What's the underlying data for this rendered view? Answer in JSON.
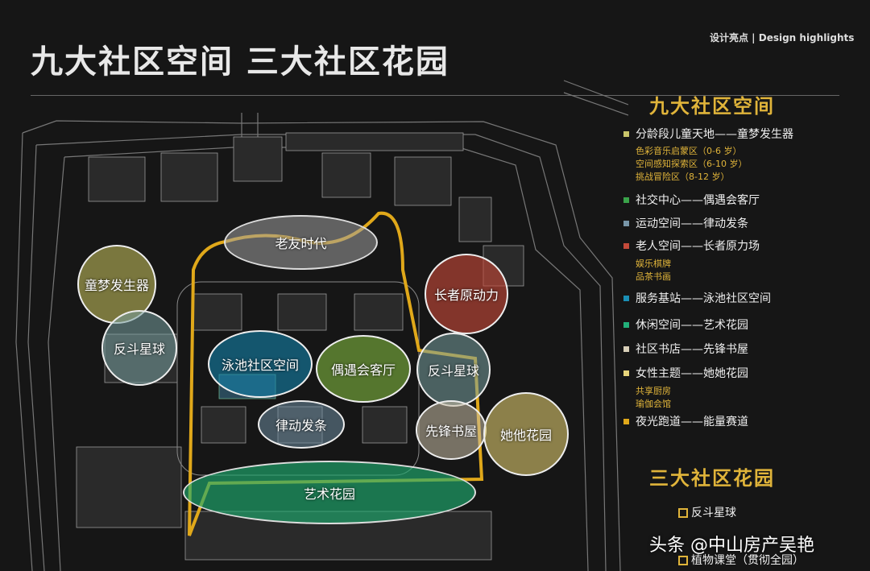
{
  "header": {
    "title": "九大社区空间  三大社区花园",
    "highlights": "设计亮点 | Design highlights"
  },
  "map": {
    "bubbles": [
      {
        "label": "老友时代",
        "color": "#c9c9c9"
      },
      {
        "label": "童梦发生器",
        "color": "#c9c56a"
      },
      {
        "label": "反斗星球",
        "color": "#8fb5b5"
      },
      {
        "label": "长者原动力",
        "color": "#c44a3a"
      },
      {
        "label": "泳池社区空间",
        "color": "#1a8fb5"
      },
      {
        "label": "偶遇会客厅",
        "color": "#8bb24a"
      },
      {
        "label": "反斗星球",
        "color": "#8fb5b5"
      },
      {
        "label": "律动发条",
        "color": "#7896a8"
      },
      {
        "label": "先锋书屋",
        "color": "#c9c0a8"
      },
      {
        "label": "她他花园",
        "color": "#e6d47a"
      },
      {
        "label": "艺术花园",
        "color": "#22b07a"
      }
    ]
  },
  "legend": {
    "spaces_title": "九大社区空间",
    "spaces": [
      {
        "label": "分龄段儿童天地——童梦发生器",
        "color": "#c9c56a",
        "subs": [
          "色彩音乐启蒙区（0-6 岁）",
          "空间感知探索区（6-10 岁）",
          "挑战冒险区（8-12 岁）"
        ]
      },
      {
        "label": "社交中心——偶遇会客厅",
        "color": "#3aa34a",
        "subs": []
      },
      {
        "label": "运动空间——律动发条",
        "color": "#7896a8",
        "subs": []
      },
      {
        "label": "老人空间——长者原力场",
        "color": "#c44a3a",
        "subs": [
          "娱乐棋牌",
          "品茶书画"
        ]
      },
      {
        "label": "服务基站——泳池社区空间",
        "color": "#1a8fb5",
        "subs": []
      },
      {
        "label": "休闲空间——艺术花园",
        "color": "#22b07a",
        "subs": []
      },
      {
        "label": "社区书店——先锋书屋",
        "color": "#d8cfb8",
        "subs": []
      },
      {
        "label": "女性主题——她她花园",
        "color": "#e6d47a",
        "subs": [
          "共享厨房",
          "瑜伽会馆"
        ]
      },
      {
        "label": "夜光跑道——能量赛道",
        "color": "#e0a81a",
        "subs": []
      }
    ],
    "gardens_title": "三大社区花园",
    "gardens": [
      "反斗星球",
      "植物课堂（贯彻全园）"
    ]
  },
  "watermark": "头条 @中山房产吴艳"
}
